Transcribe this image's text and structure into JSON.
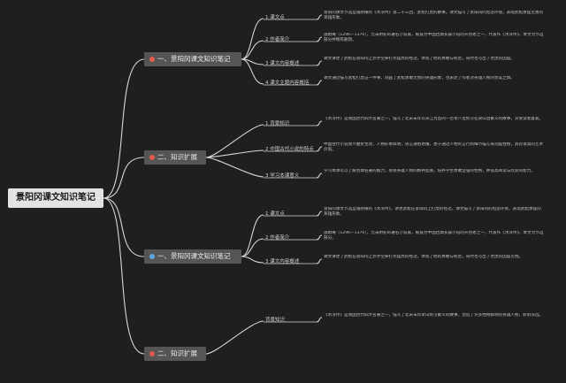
{
  "root": {
    "title": "景阳冈课文知识笔记"
  },
  "branches": [
    {
      "label": "一、景阳冈课文知识笔记",
      "color": "#e05a4d",
      "items": [
        {
          "label": "1 课文点",
          "text": "景阳冈课文节选自施耐庵的《水浒传》第二十三回，武松打虎的故事。课文描写了景阳冈的险恶环境，表现武松勇猛无畏的英雄形象。"
        },
        {
          "label": "2 作者简介",
          "text": "施耐庵（1296—1370），元末明初的著名小说家，被誉为中国古典长篇小说的开创者之一，代表作《水浒传》。本文为节选部分并略有删改。"
        },
        {
          "label": "3 课文内容概述",
          "text": "课文讲述了武松在景阳冈上赤手空拳打死猛虎的经过，体现了他的勇敢与机智，同时也写出了老虎的凶猛。"
        },
        {
          "label": "4 课文主题内容概括",
          "text": "课文通过描写武松打虎这一件事，刻画了武松勇敢无畏的英雄形象，也表达了作者对英雄人物的赞美之情。"
        }
      ]
    },
    {
      "label": "二、知识扩展",
      "color": "#e05a4d",
      "items": [
        {
          "label": "1 背景知识",
          "text": "《水浒传》是我国古代四大名著之一，描写了北宋末年以宋江为首的一百零八位好汉在梁山泊聚义的故事，深受读者喜爱。"
        },
        {
          "label": "2 中国古代小说的特点",
          "text": "中国古代小说情节曲折生动，人物形象鲜明，语言通俗易懂，善于通过人物的言行和细节描写来刻画性格，具有很高的艺术价值。"
        },
        {
          "label": "3 学习本课意义",
          "text": "学习本课可以了解古典名著的魅力，感受英雄人物的精神品质，培养学生勇敢坚强的性格，并提高阅读与欣赏的能力。"
        }
      ]
    },
    {
      "label": "一、景阳冈课文知识笔记",
      "color": "#5aa7e0",
      "items": [
        {
          "label": "1 课文点",
          "text": "景阳冈课文节选自施耐庵的《水浒传》，讲述武松在景阳冈上打虎的经过。课文描写了景阳冈的险恶环境，表现武松勇猛的英雄形象。"
        },
        {
          "label": "2 作者简介",
          "text": "施耐庵（1296—1370），元末明初的著名小说家，被誉为中国古典长篇小说的开创者之一，代表作《水浒传》。本文为节选部分。"
        },
        {
          "label": "3 课文内容概述",
          "text": "课文讲述了武松在景阳冈上赤手空拳打死猛虎的经过，体现了他的勇敢与机智，同时也写出了老虎的凶猛可怕。"
        }
      ]
    },
    {
      "label": "二、知识扩展",
      "color": "#e05a4d",
      "items": [
        {
          "label": "背景知识",
          "text": "《水浒传》是我国古代四大名著之一，描写了北宋末年梁山好汉聚义的故事，塑造了许多性格鲜明的英雄人物，影响深远。"
        }
      ]
    }
  ],
  "colors": {
    "background": "#1f1f1f",
    "line": "#d8d8d8",
    "main_node": "#555555"
  }
}
